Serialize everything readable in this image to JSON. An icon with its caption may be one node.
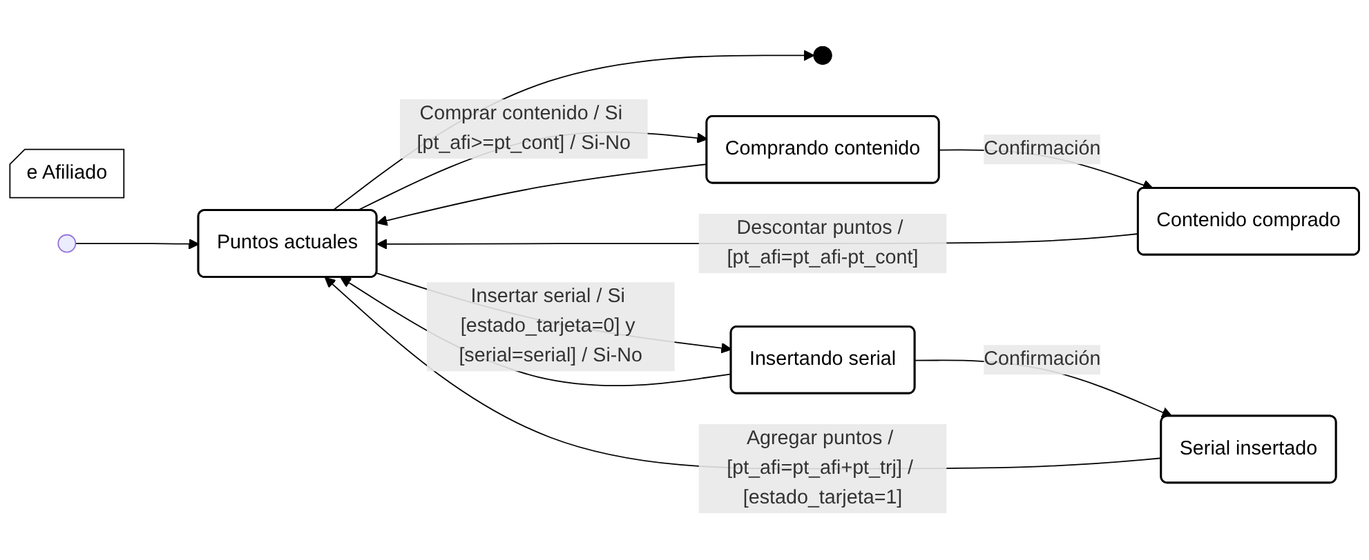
{
  "diagram": {
    "nodes": [
      {
        "text": [
          "e Afiliado"
        ]
      },
      {
        "text": [],
        "shape": "circle"
      },
      {
        "text": [],
        "shape": "circle"
      },
      {
        "text": [
          "Puntos actuales"
        ]
      },
      {
        "text": [
          "Comprando contenido"
        ]
      },
      {
        "text": [
          "Contenido comprado"
        ]
      },
      {
        "text": [
          "Insertando serial"
        ]
      },
      {
        "text": [
          "Serial insertado"
        ]
      }
    ],
    "edges": [
      {
        "from": 1,
        "to": 3,
        "arrow": "to"
      },
      {
        "from": 3,
        "to": 2,
        "arrow": "to"
      },
      {
        "from": 3,
        "to": 4,
        "arrow": "to",
        "label": "Comprar contenido / Si [pt_afi>=pt_cont] / Si-No"
      },
      {
        "from": 4,
        "to": 3,
        "arrow": "to"
      },
      {
        "from": 4,
        "to": 5,
        "arrow": "to",
        "label": "Confirmación"
      },
      {
        "from": 5,
        "to": 3,
        "arrow": "to",
        "label": "Descontar puntos / [pt_afi=pt_afi-pt_cont]"
      },
      {
        "from": 3,
        "to": 6,
        "arrow": "to",
        "label": "Insertar serial / Si [estado_tarjeta=0] y [serial=serial] / Si-No"
      },
      {
        "from": 6,
        "to": 3,
        "arrow": "to"
      },
      {
        "from": 6,
        "to": 7,
        "arrow": "to",
        "label": "Confirmación"
      },
      {
        "from": 7,
        "to": 3,
        "arrow": "to",
        "label": "Agregar puntos / [pt_afi=pt_afi+pt_trj] / [estado_tarjeta=1]"
      }
    ]
  }
}
